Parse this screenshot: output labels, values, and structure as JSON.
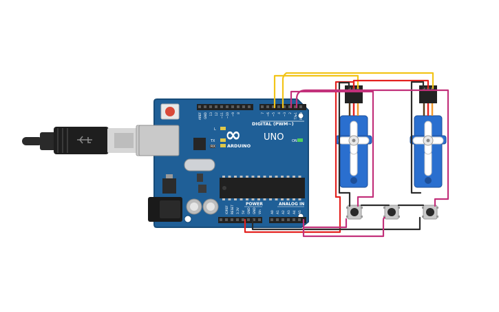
{
  "colors": {
    "background": "#ffffff",
    "board": "#1f5f97",
    "board_edge": "#174b78",
    "silkscreen": "#ffffff",
    "header": "#222222",
    "servo_body": "#2a6fcf",
    "servo_horn": "#ffffff",
    "button_base": "#c9c9c9",
    "wire_yellow": "#f2c418",
    "wire_red": "#e3211f",
    "wire_magenta": "#c2307a",
    "wire_black": "#2b2b2b",
    "usb_cable": "#2a2a2a",
    "usb_plug": "#cfcfcf"
  },
  "board": {
    "brand": "ARDUINO",
    "model": "UNO",
    "infinity_symbol": "∞",
    "digital_label": "DIGITAL (PWM~)",
    "power_label": "POWER",
    "analog_label": "ANALOG IN",
    "on_led_label": "ON",
    "led_labels": [
      "L",
      "TX",
      "RX"
    ],
    "pin_labels_digital": [
      "AREF",
      "GND",
      "13",
      "12",
      "~11",
      "~10",
      "~9",
      "8",
      "7",
      "~6",
      "~5",
      "4",
      "~3",
      "2",
      "TX▸1",
      "RX◂0"
    ],
    "pin_labels_power": [
      "IOREF",
      "RESET",
      "3.3V",
      "5V",
      "GND",
      "GND",
      "Vin"
    ],
    "pin_labels_analog": [
      "A0",
      "A1",
      "A2",
      "A3",
      "A4",
      "A5"
    ]
  },
  "components": {
    "servos": [
      {
        "id": "servo-1",
        "icon": "servo-motor-icon"
      },
      {
        "id": "servo-2",
        "icon": "servo-motor-icon"
      }
    ],
    "buttons": [
      {
        "id": "button-1",
        "icon": "pushbutton-icon"
      },
      {
        "id": "button-2",
        "icon": "pushbutton-icon"
      },
      {
        "id": "button-3",
        "icon": "pushbutton-icon"
      }
    ],
    "usb_cable": {
      "icon": "usb-cable-icon"
    }
  }
}
